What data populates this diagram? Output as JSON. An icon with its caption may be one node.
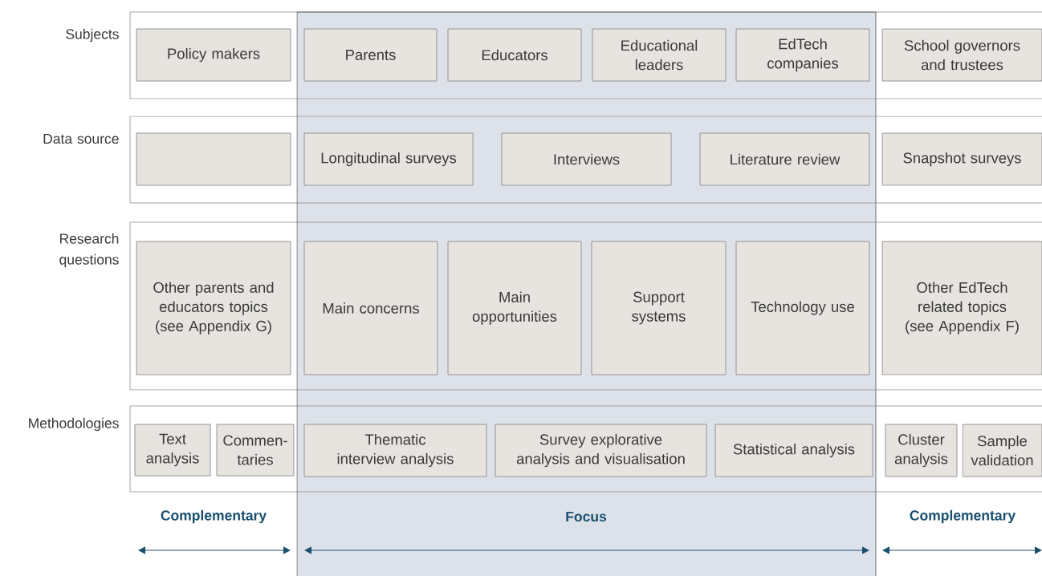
{
  "diagram": {
    "nodes": [
      {
        "text": [
          "Policy makers"
        ]
      },
      {
        "text": [
          "Parents"
        ]
      },
      {
        "text": [
          "Educators"
        ]
      },
      {
        "text": [
          "Educational leaders"
        ]
      },
      {
        "text": [
          "EdTech companies"
        ]
      },
      {
        "text": [
          "School governors and trustees"
        ]
      },
      {
        "text": [],
        "shape": "box"
      },
      {
        "text": [
          "Longitudinal surveys"
        ]
      },
      {
        "text": [
          "Interviews"
        ]
      },
      {
        "text": [
          "Literature review"
        ]
      },
      {
        "text": [
          "Snapshot surveys"
        ]
      },
      {
        "text": [
          "Other parents and educators topics (see Appendix G)"
        ]
      },
      {
        "text": [
          "Main concerns"
        ]
      },
      {
        "text": [
          "Main opportunities"
        ]
      },
      {
        "text": [
          "Support systems"
        ]
      },
      {
        "text": [
          "Technology use"
        ]
      },
      {
        "text": [
          "Other EdTech related topics (see Appendix F)"
        ]
      },
      {
        "text": [
          "Text analysis"
        ]
      },
      {
        "text": [
          "Commen-taries"
        ]
      },
      {
        "text": [
          "Thematic interview analysis"
        ]
      },
      {
        "text": [
          "Survey explorative analysis and visualisation"
        ]
      },
      {
        "text": [
          "Statistical analysis"
        ]
      },
      {
        "text": [
          "Cluster analysis"
        ]
      },
      {
        "text": [
          "Sample validation"
        ]
      }
    ],
    "labels": [
      "Subjects",
      "Data source",
      "Research questions",
      "Methodologies",
      "Complementary",
      "Focus",
      "Complementary"
    ]
  }
}
